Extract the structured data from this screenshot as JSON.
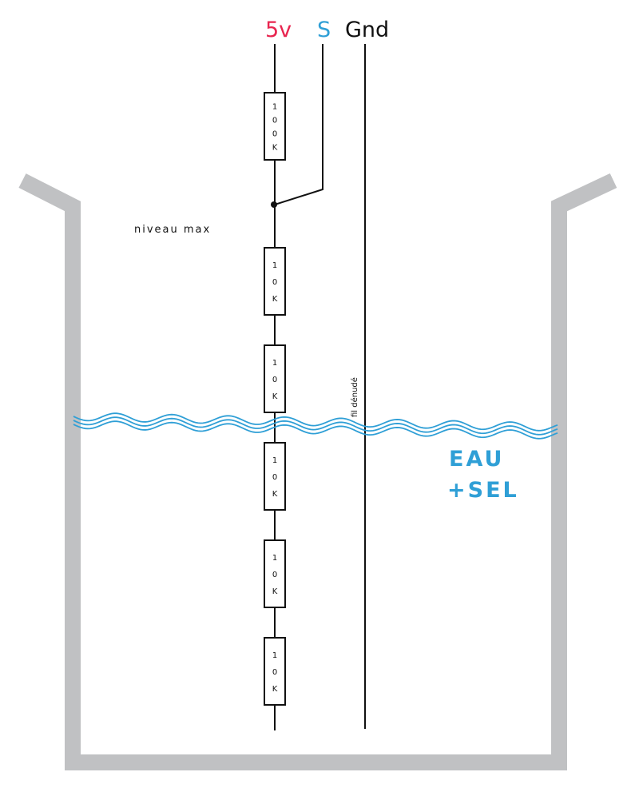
{
  "pins": {
    "v5": {
      "label": "5v",
      "color": "#e8254f"
    },
    "signal": {
      "label": "S",
      "color": "#2f9fd6"
    },
    "ground": {
      "label": "Gnd",
      "color": "#111111"
    }
  },
  "resistors": [
    {
      "label": "100K"
    },
    {
      "label": "10K"
    },
    {
      "label": "10K"
    },
    {
      "label": "10K"
    },
    {
      "label": "10K"
    },
    {
      "label": "10K"
    }
  ],
  "labels": {
    "max_level": "niveau max",
    "bare_wire": "fil dénudé"
  },
  "water": {
    "line1": "EAU",
    "line2": "+SEL",
    "color": "#2f9fd6"
  },
  "container_color": "#c0c1c3"
}
